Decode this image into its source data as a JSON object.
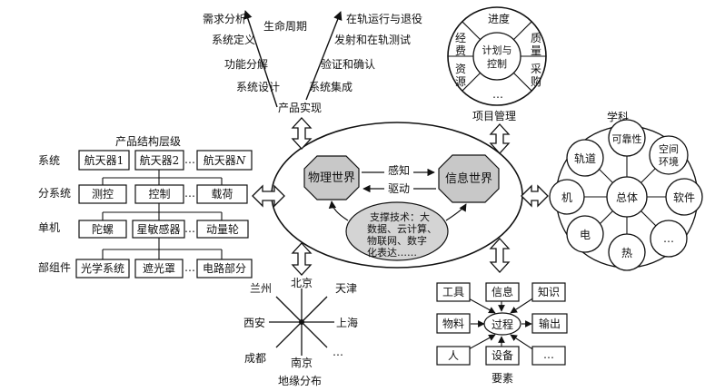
{
  "lifecycle": {
    "title": "产品实现",
    "left_items": [
      "需求分析",
      "系统定义",
      "功能分解",
      "系统设计"
    ],
    "center_label": "生命周期",
    "right_items": [
      "在轨运行与退役",
      "发射和在轨测试",
      "验证和确认",
      "系统集成"
    ]
  },
  "project_mgmt": {
    "title": "项目管理",
    "center": [
      "计划与",
      "控制"
    ],
    "segments": [
      "进度",
      "质量",
      "采购",
      "…",
      "资源",
      "经费"
    ],
    "segment_split": {
      "quality": [
        "质",
        "量"
      ],
      "purchase": [
        "采",
        "购"
      ],
      "resource": [
        "资",
        "源"
      ],
      "funding": [
        "经",
        "费"
      ]
    }
  },
  "structure": {
    "title": "产品结构层级",
    "levels": [
      {
        "label": "系统",
        "items": [
          "航天器1",
          "航天器2",
          "…",
          "航天器N"
        ]
      },
      {
        "label": "分系统",
        "items": [
          "测控",
          "控制",
          "…",
          "载荷"
        ]
      },
      {
        "label": "单机",
        "items": [
          "陀螺",
          "星敏感器",
          "…",
          "动量轮"
        ]
      },
      {
        "label": "部组件",
        "items": [
          "光学系统",
          "遮光罩",
          "…",
          "电路部分"
        ]
      }
    ]
  },
  "center": {
    "physical": "物理世界",
    "info": "信息世界",
    "sense": "感知",
    "drive": "驱动",
    "support": [
      "支撑技术：大",
      "数据、云计算、",
      "物联网、数字",
      "化表达……"
    ]
  },
  "discipline": {
    "title": "学科",
    "center": "总体",
    "nodes": [
      "可靠性",
      "空间环境",
      "软件",
      "…",
      "热",
      "电",
      "机",
      "轨道"
    ],
    "env_split": [
      "空间",
      "环境"
    ]
  },
  "geo": {
    "title": "地缘分布",
    "cities": [
      "北京",
      "天津",
      "上海",
      "…",
      "南京",
      "成都",
      "西安",
      "兰州"
    ]
  },
  "elements": {
    "title": "要素",
    "center": "过程",
    "items": [
      "工具",
      "信息",
      "知识",
      "物料",
      "输出",
      "人",
      "设备",
      "…"
    ]
  }
}
